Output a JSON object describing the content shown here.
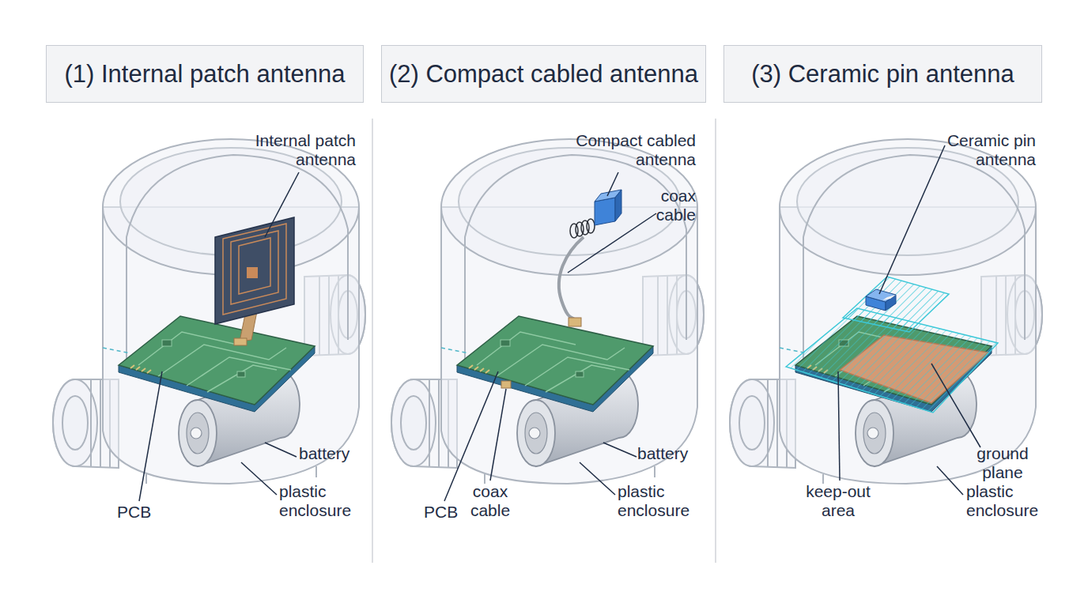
{
  "diagram": {
    "nodes": [
      {
        "text": [
          "(1) Internal patch antenna"
        ]
      },
      {
        "text": [
          "(2) Compact cabled antenna"
        ]
      },
      {
        "text": [
          "(3) Ceramic pin antenna"
        ]
      }
    ],
    "labels": [
      "Internal patch antenna",
      "battery",
      "PCB",
      "plastic enclosure",
      "Compact cabled antenna",
      "coax cable",
      "battery",
      "PCB",
      "coax cable",
      "plastic enclosure",
      "Ceramic pin antenna",
      "ground plane",
      "keep-out area",
      "plastic enclosure"
    ]
  }
}
